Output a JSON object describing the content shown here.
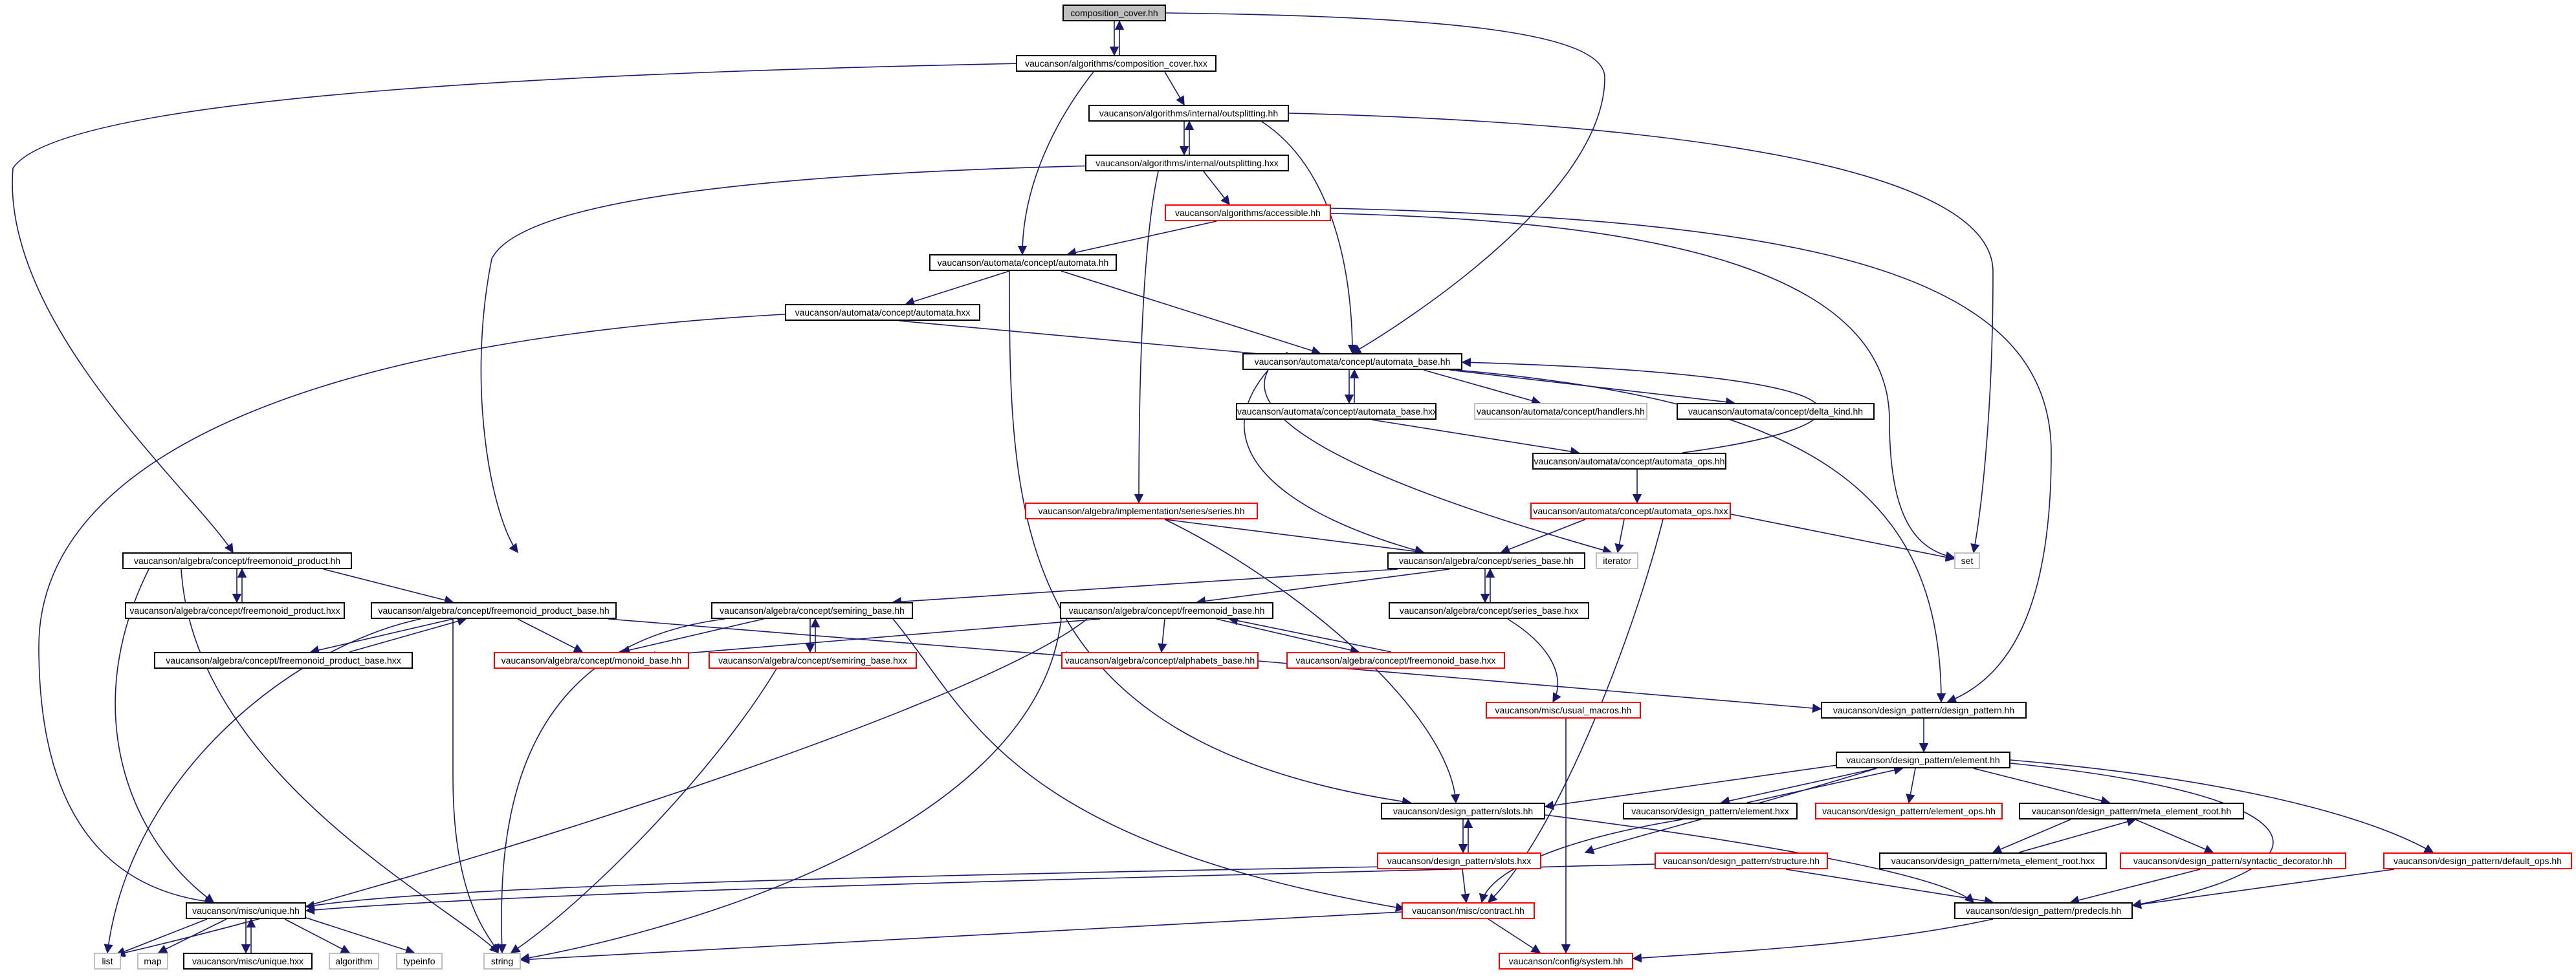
{
  "colors": {
    "edge": "#191970",
    "box": "#000000",
    "incomplete": "#ff0000",
    "external": "#bfbfbf",
    "root_fill": "#bfbfbf"
  },
  "nodes": [
    {
      "id": "root",
      "label": "composition_cover.hh"
    },
    {
      "id": "cc_hxx",
      "label": "vaucanson/algorithms/composition_cover.hxx"
    },
    {
      "id": "outsplit_hh",
      "label": "vaucanson/algorithms/internal/outsplitting.hh"
    },
    {
      "id": "outsplit_hxx",
      "label": "vaucanson/algorithms/internal/outsplitting.hxx"
    },
    {
      "id": "accessible_hh",
      "label": "vaucanson/algorithms/accessible.hh"
    },
    {
      "id": "automata_hh",
      "label": "vaucanson/automata/concept/automata.hh"
    },
    {
      "id": "automata_hxx",
      "label": "vaucanson/automata/concept/automata.hxx"
    },
    {
      "id": "automata_base_hh",
      "label": "vaucanson/automata/concept/automata_base.hh"
    },
    {
      "id": "automata_base_hxx",
      "label": "vaucanson/automata/concept/automata_base.hxx"
    },
    {
      "id": "handlers_hh",
      "label": "vaucanson/automata/concept/handlers.hh"
    },
    {
      "id": "delta_kind_hh",
      "label": "vaucanson/automata/concept/delta_kind.hh"
    },
    {
      "id": "automata_ops_hh",
      "label": "vaucanson/automata/concept/automata_ops.hh"
    },
    {
      "id": "automata_ops_hxx",
      "label": "vaucanson/automata/concept/automata_ops.hxx"
    },
    {
      "id": "series_impl_hh",
      "label": "vaucanson/algebra/implementation/series/series.hh"
    },
    {
      "id": "freemonoid_product_hh",
      "label": "vaucanson/algebra/concept/freemonoid_product.hh"
    },
    {
      "id": "freemonoid_product_hxx",
      "label": "vaucanson/algebra/concept/freemonoid_product.hxx"
    },
    {
      "id": "freemonoid_product_base_hh",
      "label": "vaucanson/algebra/concept/freemonoid_product_base.hh"
    },
    {
      "id": "freemonoid_product_base_hxx",
      "label": "vaucanson/algebra/concept/freemonoid_product_base.hxx"
    },
    {
      "id": "series_base_hh",
      "label": "vaucanson/algebra/concept/series_base.hh"
    },
    {
      "id": "series_base_hxx",
      "label": "vaucanson/algebra/concept/series_base.hxx"
    },
    {
      "id": "iterator",
      "label": "iterator"
    },
    {
      "id": "set",
      "label": "set"
    },
    {
      "id": "semiring_base_hh",
      "label": "vaucanson/algebra/concept/semiring_base.hh"
    },
    {
      "id": "semiring_base_hxx",
      "label": "vaucanson/algebra/concept/semiring_base.hxx"
    },
    {
      "id": "monoid_base_hh",
      "label": "vaucanson/algebra/concept/monoid_base.hh"
    },
    {
      "id": "freemonoid_base_hh",
      "label": "vaucanson/algebra/concept/freemonoid_base.hh"
    },
    {
      "id": "freemonoid_base_hxx",
      "label": "vaucanson/algebra/concept/freemonoid_base.hxx"
    },
    {
      "id": "alphabets_base_hh",
      "label": "vaucanson/algebra/concept/alphabets_base.hh"
    },
    {
      "id": "usual_macros_hh",
      "label": "vaucanson/misc/usual_macros.hh"
    },
    {
      "id": "design_pattern_hh",
      "label": "vaucanson/design_pattern/design_pattern.hh"
    },
    {
      "id": "element_hh",
      "label": "vaucanson/design_pattern/element.hh"
    },
    {
      "id": "slots_hh",
      "label": "vaucanson/design_pattern/slots.hh"
    },
    {
      "id": "element_hxx",
      "label": "vaucanson/design_pattern/element.hxx"
    },
    {
      "id": "element_ops_hh",
      "label": "vaucanson/design_pattern/element_ops.hh"
    },
    {
      "id": "meta_element_root_hh",
      "label": "vaucanson/design_pattern/meta_element_root.hh"
    },
    {
      "id": "meta_element_root_hxx",
      "label": "vaucanson/design_pattern/meta_element_root.hxx"
    },
    {
      "id": "syntactic_decorator_hh",
      "label": "vaucanson/design_pattern/syntactic_decorator.hh"
    },
    {
      "id": "default_ops_hh",
      "label": "vaucanson/design_pattern/default_ops.hh"
    },
    {
      "id": "slots_hxx",
      "label": "vaucanson/design_pattern/slots.hxx"
    },
    {
      "id": "structure_hh",
      "label": "vaucanson/design_pattern/structure.hh"
    },
    {
      "id": "predecls_hh",
      "label": "vaucanson/design_pattern/predecls.hh"
    },
    {
      "id": "unique_hh",
      "label": "vaucanson/misc/unique.hh"
    },
    {
      "id": "contract_hh",
      "label": "vaucanson/misc/contract.hh"
    },
    {
      "id": "unique_hxx",
      "label": "vaucanson/misc/unique.hxx"
    },
    {
      "id": "list",
      "label": "list"
    },
    {
      "id": "map",
      "label": "map"
    },
    {
      "id": "algorithm",
      "label": "algorithm"
    },
    {
      "id": "typeinfo",
      "label": "typeinfo"
    },
    {
      "id": "string",
      "label": "string"
    },
    {
      "id": "system_hh",
      "label": "vaucanson/config/system.hh"
    }
  ]
}
